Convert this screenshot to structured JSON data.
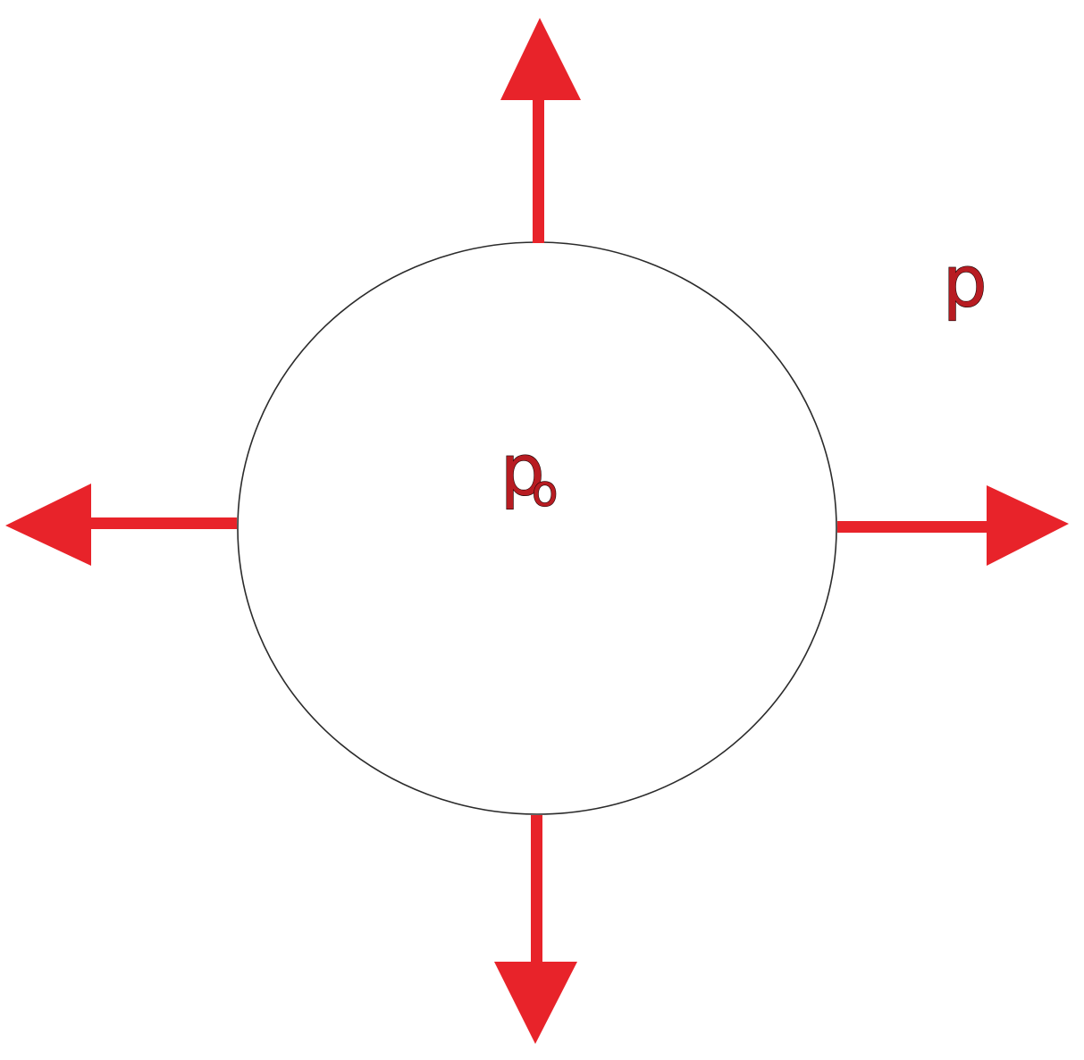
{
  "diagram": {
    "outside_label": "p",
    "inside_label": {
      "base": "p",
      "subscript": "o"
    },
    "arrows": [
      "up",
      "down",
      "left",
      "right"
    ],
    "colors": {
      "arrow": "#e8232a",
      "circle_stroke": "#2b2b2b",
      "label_fill": "#b81c22",
      "label_outline": "#1a0505",
      "background": "#ffffff"
    }
  }
}
